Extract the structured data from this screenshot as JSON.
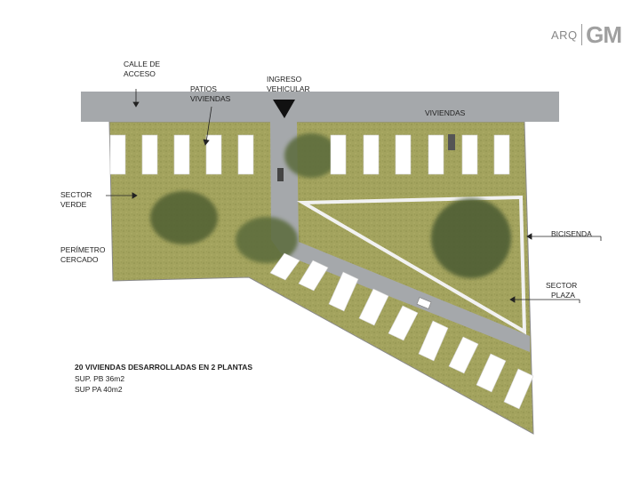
{
  "brand": {
    "small": "ARQ",
    "large": "GM"
  },
  "labels": {
    "calle_acceso": [
      "CALLE DE",
      "ACCESO"
    ],
    "ingreso_vehicular": [
      "INGRESO",
      "VEHICULAR"
    ],
    "patios_viviendas": [
      "PATIOS",
      "VIVIENDAS"
    ],
    "viviendas": "VIVIENDAS",
    "sector_verde": [
      "SECTOR",
      "VERDE"
    ],
    "perimetro_cercado": [
      "PERÍMETRO",
      "CERCADO"
    ],
    "bicisenda": "BICISENDA",
    "sector_plaza": [
      "SECTOR",
      "PLAZA"
    ]
  },
  "summary": {
    "title": "20 VIVIENDAS DESARROLLADAS EN 2 PLANTAS",
    "line1": "SUP. PB 36m2",
    "line2": "SUP PA 40m2"
  },
  "colors": {
    "road": "#a5a8ab",
    "grass": "#a3a35e",
    "tree": "#5a6a3a",
    "house": "#ffffff",
    "path": "#eeeeee"
  }
}
